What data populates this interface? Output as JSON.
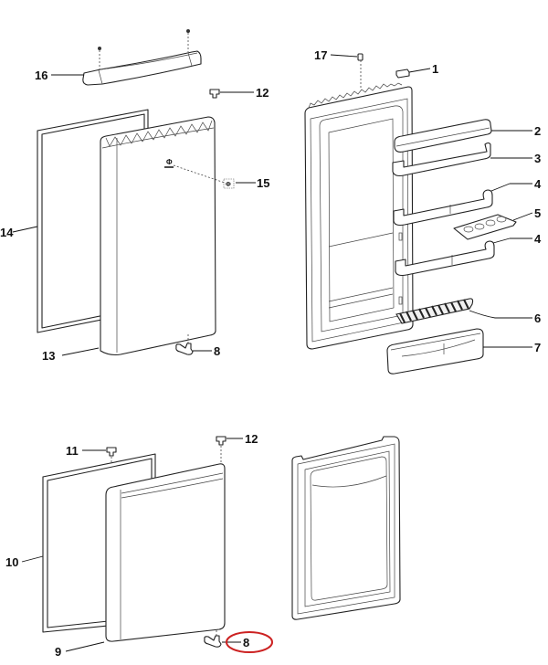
{
  "diagram": {
    "title": "Refrigerator door exploded parts view",
    "highlight_color": "#cc2222",
    "highlighted_part": "8",
    "callouts": [
      {
        "id": "c16",
        "text": "16",
        "part": "door handle"
      },
      {
        "id": "c12a",
        "text": "12",
        "part": "hinge bushing (upper door)"
      },
      {
        "id": "c14",
        "text": "14",
        "part": "upper door gasket"
      },
      {
        "id": "c15",
        "text": "15",
        "part": "logo badge"
      },
      {
        "id": "c13",
        "text": "13",
        "part": "upper door outer panel"
      },
      {
        "id": "c8a",
        "text": "8",
        "part": "hinge pin bracket (upper door)"
      },
      {
        "id": "c17",
        "text": "17",
        "part": "door cap pin"
      },
      {
        "id": "c1",
        "text": "1",
        "part": "door top cover clip"
      },
      {
        "id": "c2",
        "text": "2",
        "part": "dairy compartment lid"
      },
      {
        "id": "c3",
        "text": "3",
        "part": "upper door shelf"
      },
      {
        "id": "c4a",
        "text": "4",
        "part": "middle door shelf"
      },
      {
        "id": "c5",
        "text": "5",
        "part": "egg tray"
      },
      {
        "id": "c4b",
        "text": "4",
        "part": "middle door shelf"
      },
      {
        "id": "c6",
        "text": "6",
        "part": "bottle retainer"
      },
      {
        "id": "c7",
        "text": "7",
        "part": "bottle shelf"
      },
      {
        "id": "c11",
        "text": "11",
        "part": "hinge bushing (lower door)"
      },
      {
        "id": "c12b",
        "text": "12",
        "part": "hinge bushing (lower door)"
      },
      {
        "id": "c10",
        "text": "10",
        "part": "lower door gasket"
      },
      {
        "id": "c9",
        "text": "9",
        "part": "lower door outer panel"
      },
      {
        "id": "c8b",
        "text": "8",
        "part": "hinge pin bracket (lower door)",
        "highlighted": true
      }
    ]
  }
}
